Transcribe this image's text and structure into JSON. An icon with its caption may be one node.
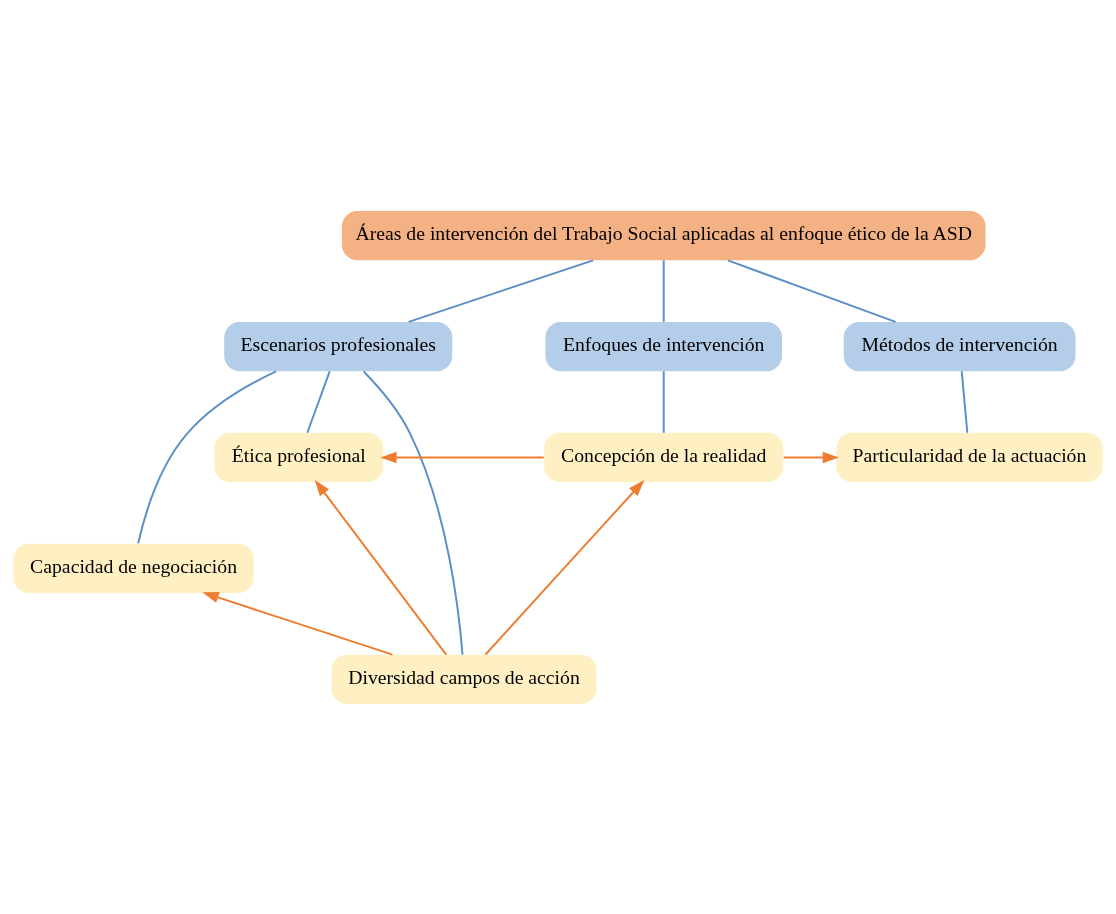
{
  "diagram": {
    "nodes": [
      {
        "text": [
          "Áreas de intervención del Trabajo Social aplicadas al enfoque ético de la ASD"
        ]
      },
      {
        "text": [
          "Escenarios profesionales"
        ]
      },
      {
        "text": [
          "Enfoques de intervención"
        ]
      },
      {
        "text": [
          "Métodos de intervención"
        ]
      },
      {
        "text": [
          "Capacidad de negociación"
        ]
      },
      {
        "text": [
          "Ética profesional"
        ]
      },
      {
        "text": [
          "Concepción de la realidad"
        ]
      },
      {
        "text": [
          "Particularidad de la actuación"
        ]
      },
      {
        "text": [
          "Diversidad campos de acción"
        ]
      }
    ],
    "edges": [
      {
        "from": 0,
        "to": 1,
        "arrow": "none"
      },
      {
        "from": 0,
        "to": 2,
        "arrow": "none"
      },
      {
        "from": 0,
        "to": 3,
        "arrow": "none"
      },
      {
        "from": 1,
        "to": 4,
        "arrow": "none"
      },
      {
        "from": 1,
        "to": 5,
        "arrow": "none"
      },
      {
        "from": 1,
        "to": 8,
        "arrow": "none"
      },
      {
        "from": 2,
        "to": 6,
        "arrow": "none"
      },
      {
        "from": 3,
        "to": 7,
        "arrow": "none"
      },
      {
        "from": 6,
        "to": 5,
        "arrow": "to",
        "color": "#ed7d31"
      },
      {
        "from": 6,
        "to": 7,
        "arrow": "to",
        "color": "#ed7d31"
      },
      {
        "from": 8,
        "to": 5,
        "arrow": "to",
        "color": "#ed7d31"
      },
      {
        "from": 8,
        "to": 4,
        "arrow": "to",
        "color": "#ed7d31"
      },
      {
        "from": 8,
        "to": 6,
        "arrow": "to",
        "color": "#ed7d31"
      }
    ]
  }
}
